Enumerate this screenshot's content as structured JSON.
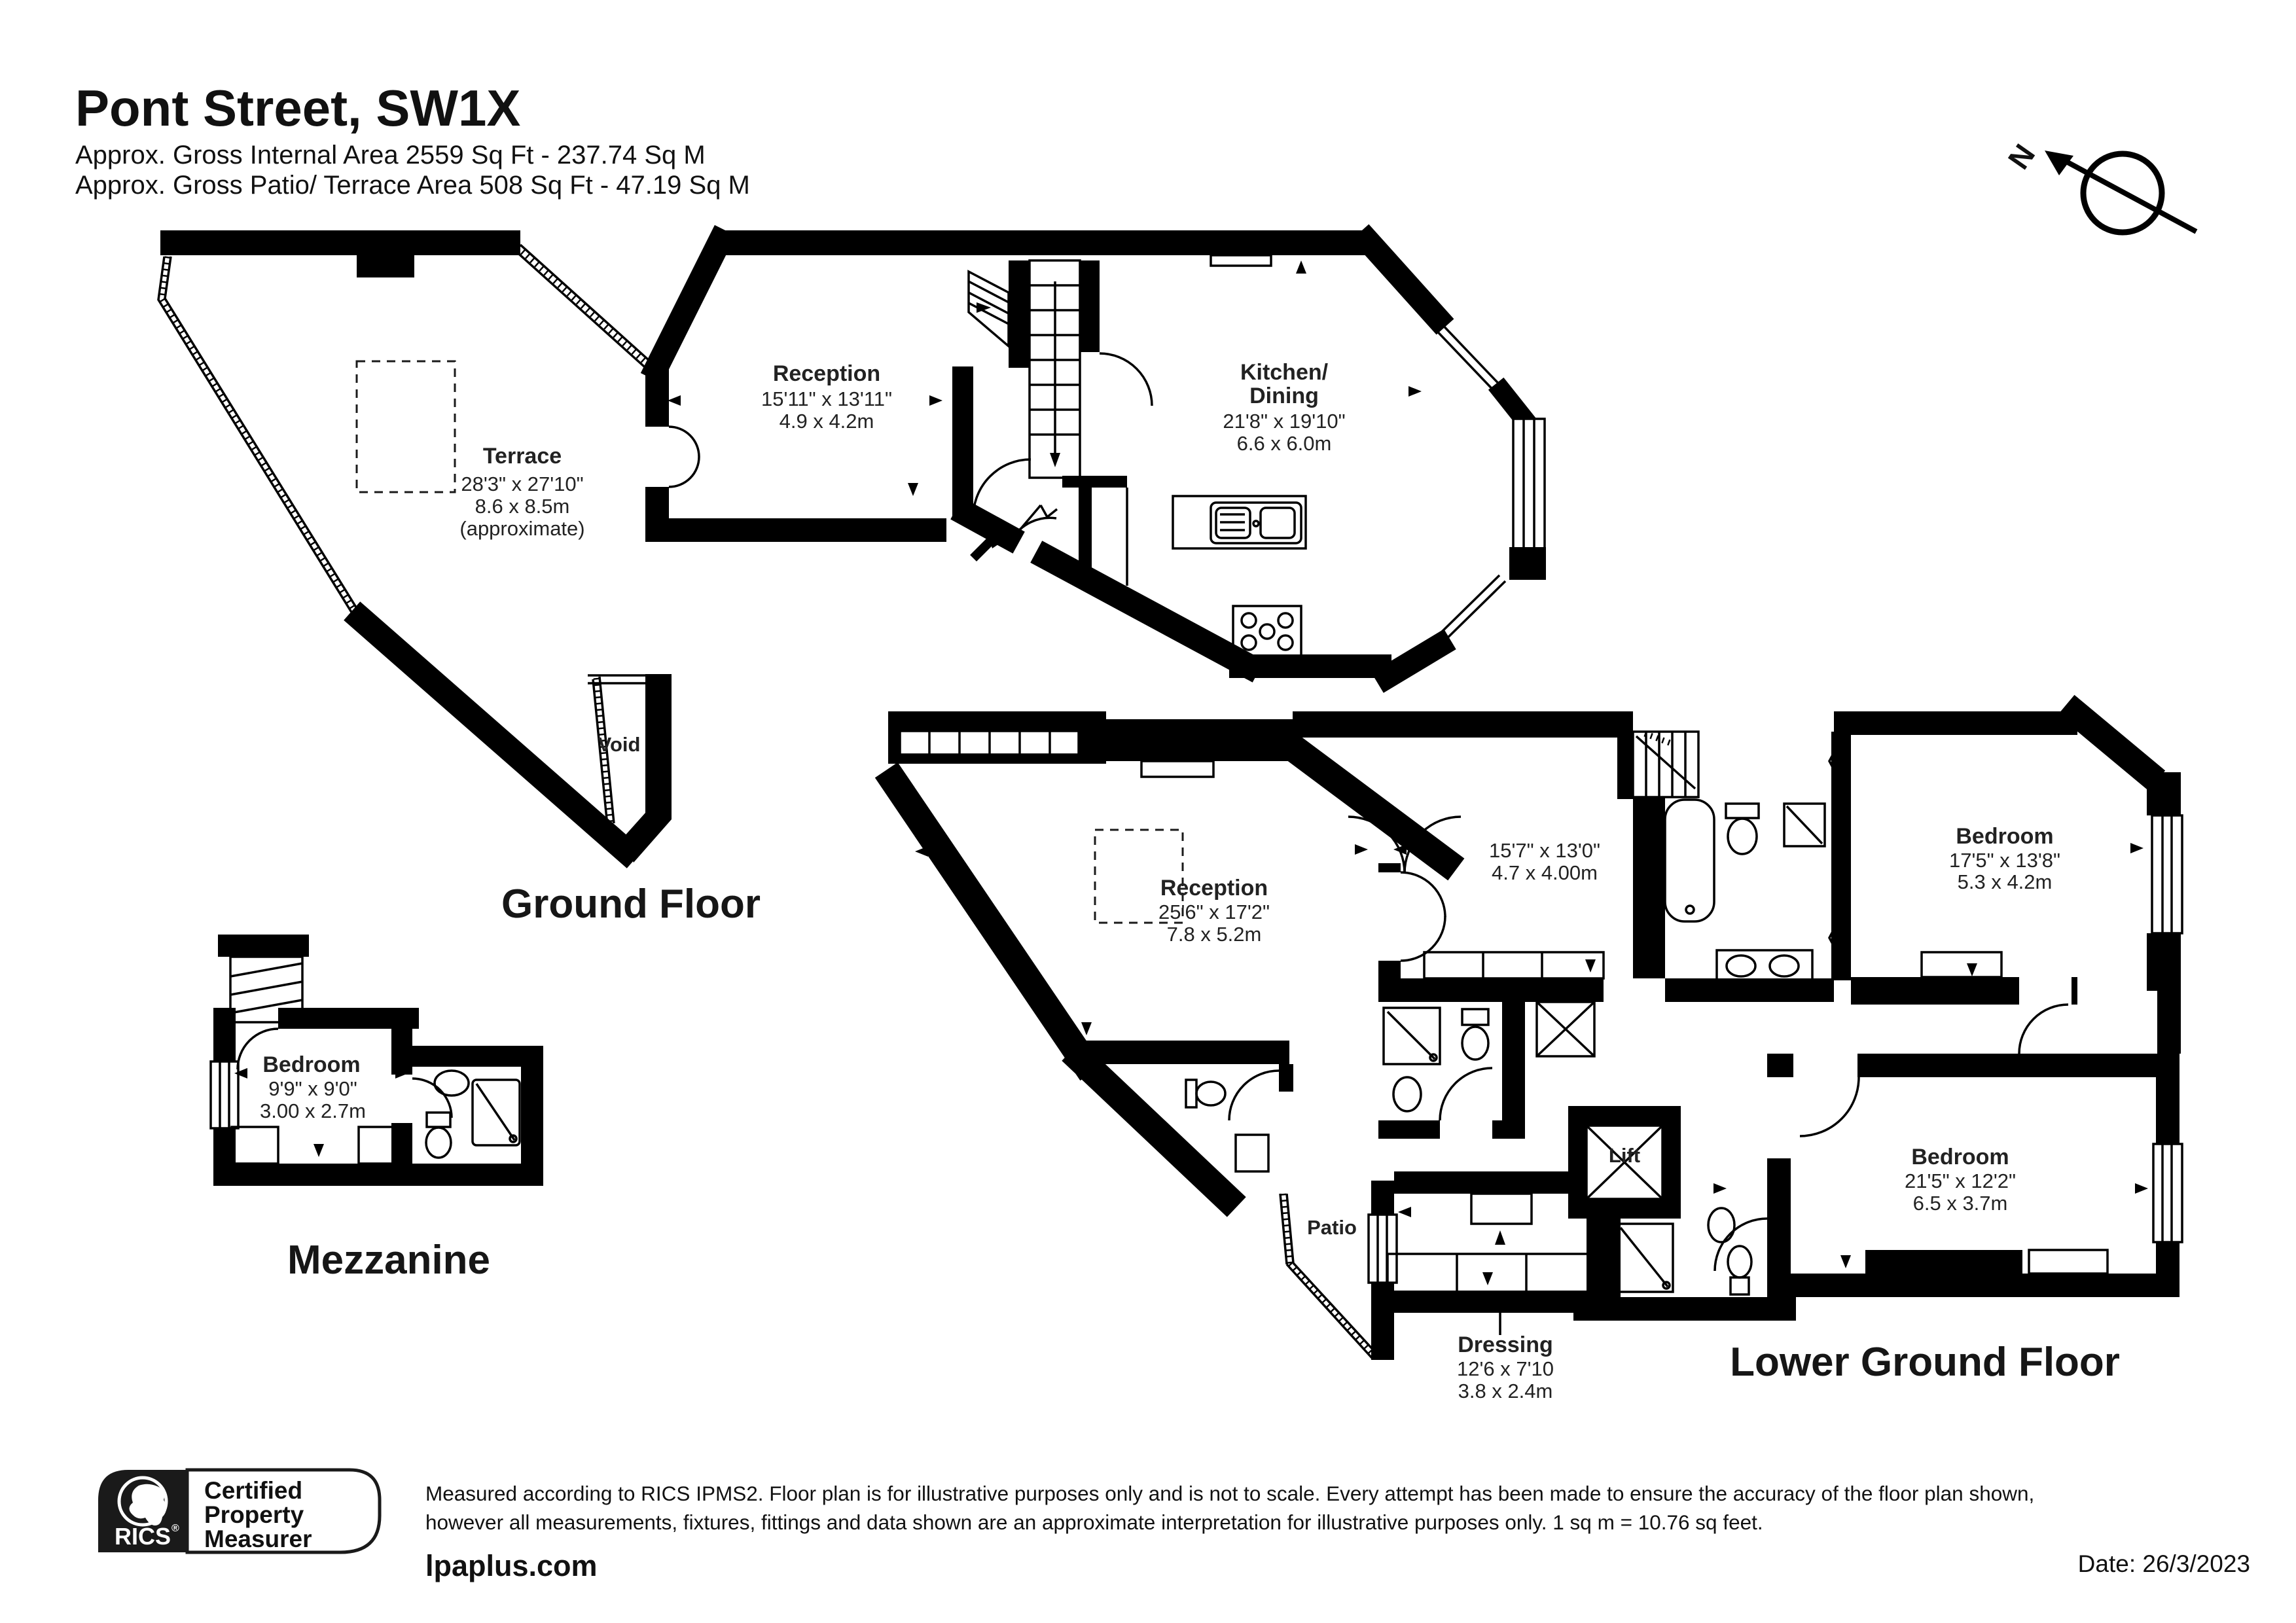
{
  "header": {
    "title": "Pont Street, SW1X",
    "area_line1": "Approx. Gross Internal Area 2559 Sq Ft - 237.74 Sq M",
    "area_line2": "Approx. Gross Patio/ Terrace Area 508 Sq Ft - 47.19 Sq M"
  },
  "compass": {
    "north_label": "N"
  },
  "floors": {
    "ground": {
      "title": "Ground Floor"
    },
    "mezzanine": {
      "title": "Mezzanine"
    },
    "lower_ground": {
      "title": "Lower Ground Floor"
    }
  },
  "rooms": {
    "terrace": {
      "name": "Terrace",
      "imperial": "28'3\" x 27'10\"",
      "metric": "8.6 x 8.5m",
      "note": "(approximate)"
    },
    "gf_reception": {
      "name": "Reception",
      "imperial": "15'11\" x 13'11\"",
      "metric": "4.9 x 4.2m"
    },
    "kitchen_dining": {
      "name_line1": "Kitchen/",
      "name_line2": "Dining",
      "imperial": "21'8\" x 19'10\"",
      "metric": "6.6 x 6.0m"
    },
    "void": {
      "name": "Void"
    },
    "mezz_bedroom": {
      "name": "Bedroom",
      "imperial": "9'9\" x 9'0\"",
      "metric": "3.00 x 2.7m"
    },
    "lgf_reception": {
      "name": "Reception",
      "imperial": "25'6\" x 17'2\"",
      "metric": "7.8 x 5.2m"
    },
    "lgf_room": {
      "imperial": "15'7\" x 13'0\"",
      "metric": "4.7 x 4.00m"
    },
    "lgf_bedroom_top": {
      "name": "Bedroom",
      "imperial": "17'5\" x 13'8\"",
      "metric": "5.3 x 4.2m"
    },
    "lgf_bedroom_bottom": {
      "name": "Bedroom",
      "imperial": "21'5\" x 12'2\"",
      "metric": "6.5 x 3.7m"
    },
    "lift": {
      "name": "Lift"
    },
    "patio": {
      "name": "Patio"
    },
    "dressing": {
      "name": "Dressing",
      "imperial": "12'6 x 7'10",
      "metric": "3.8 x 2.4m"
    }
  },
  "footer": {
    "certification": {
      "brand": "RICS",
      "registered": "®",
      "line1": "Certified",
      "line2": "Property",
      "line3": "Measurer"
    },
    "disclaimer_line1": "Measured according to RICS IPMS2. Floor plan is for illustrative purposes only and is not to scale. Every attempt has been made to ensure the accuracy of the floor plan shown,",
    "disclaimer_line2": "however all measurements, fixtures, fittings and data shown are an approximate interpretation for illustrative purposes only. 1 sq m = 10.76 sq feet.",
    "website": "lpaplus.com",
    "date": "Date: 26/3/2023"
  }
}
